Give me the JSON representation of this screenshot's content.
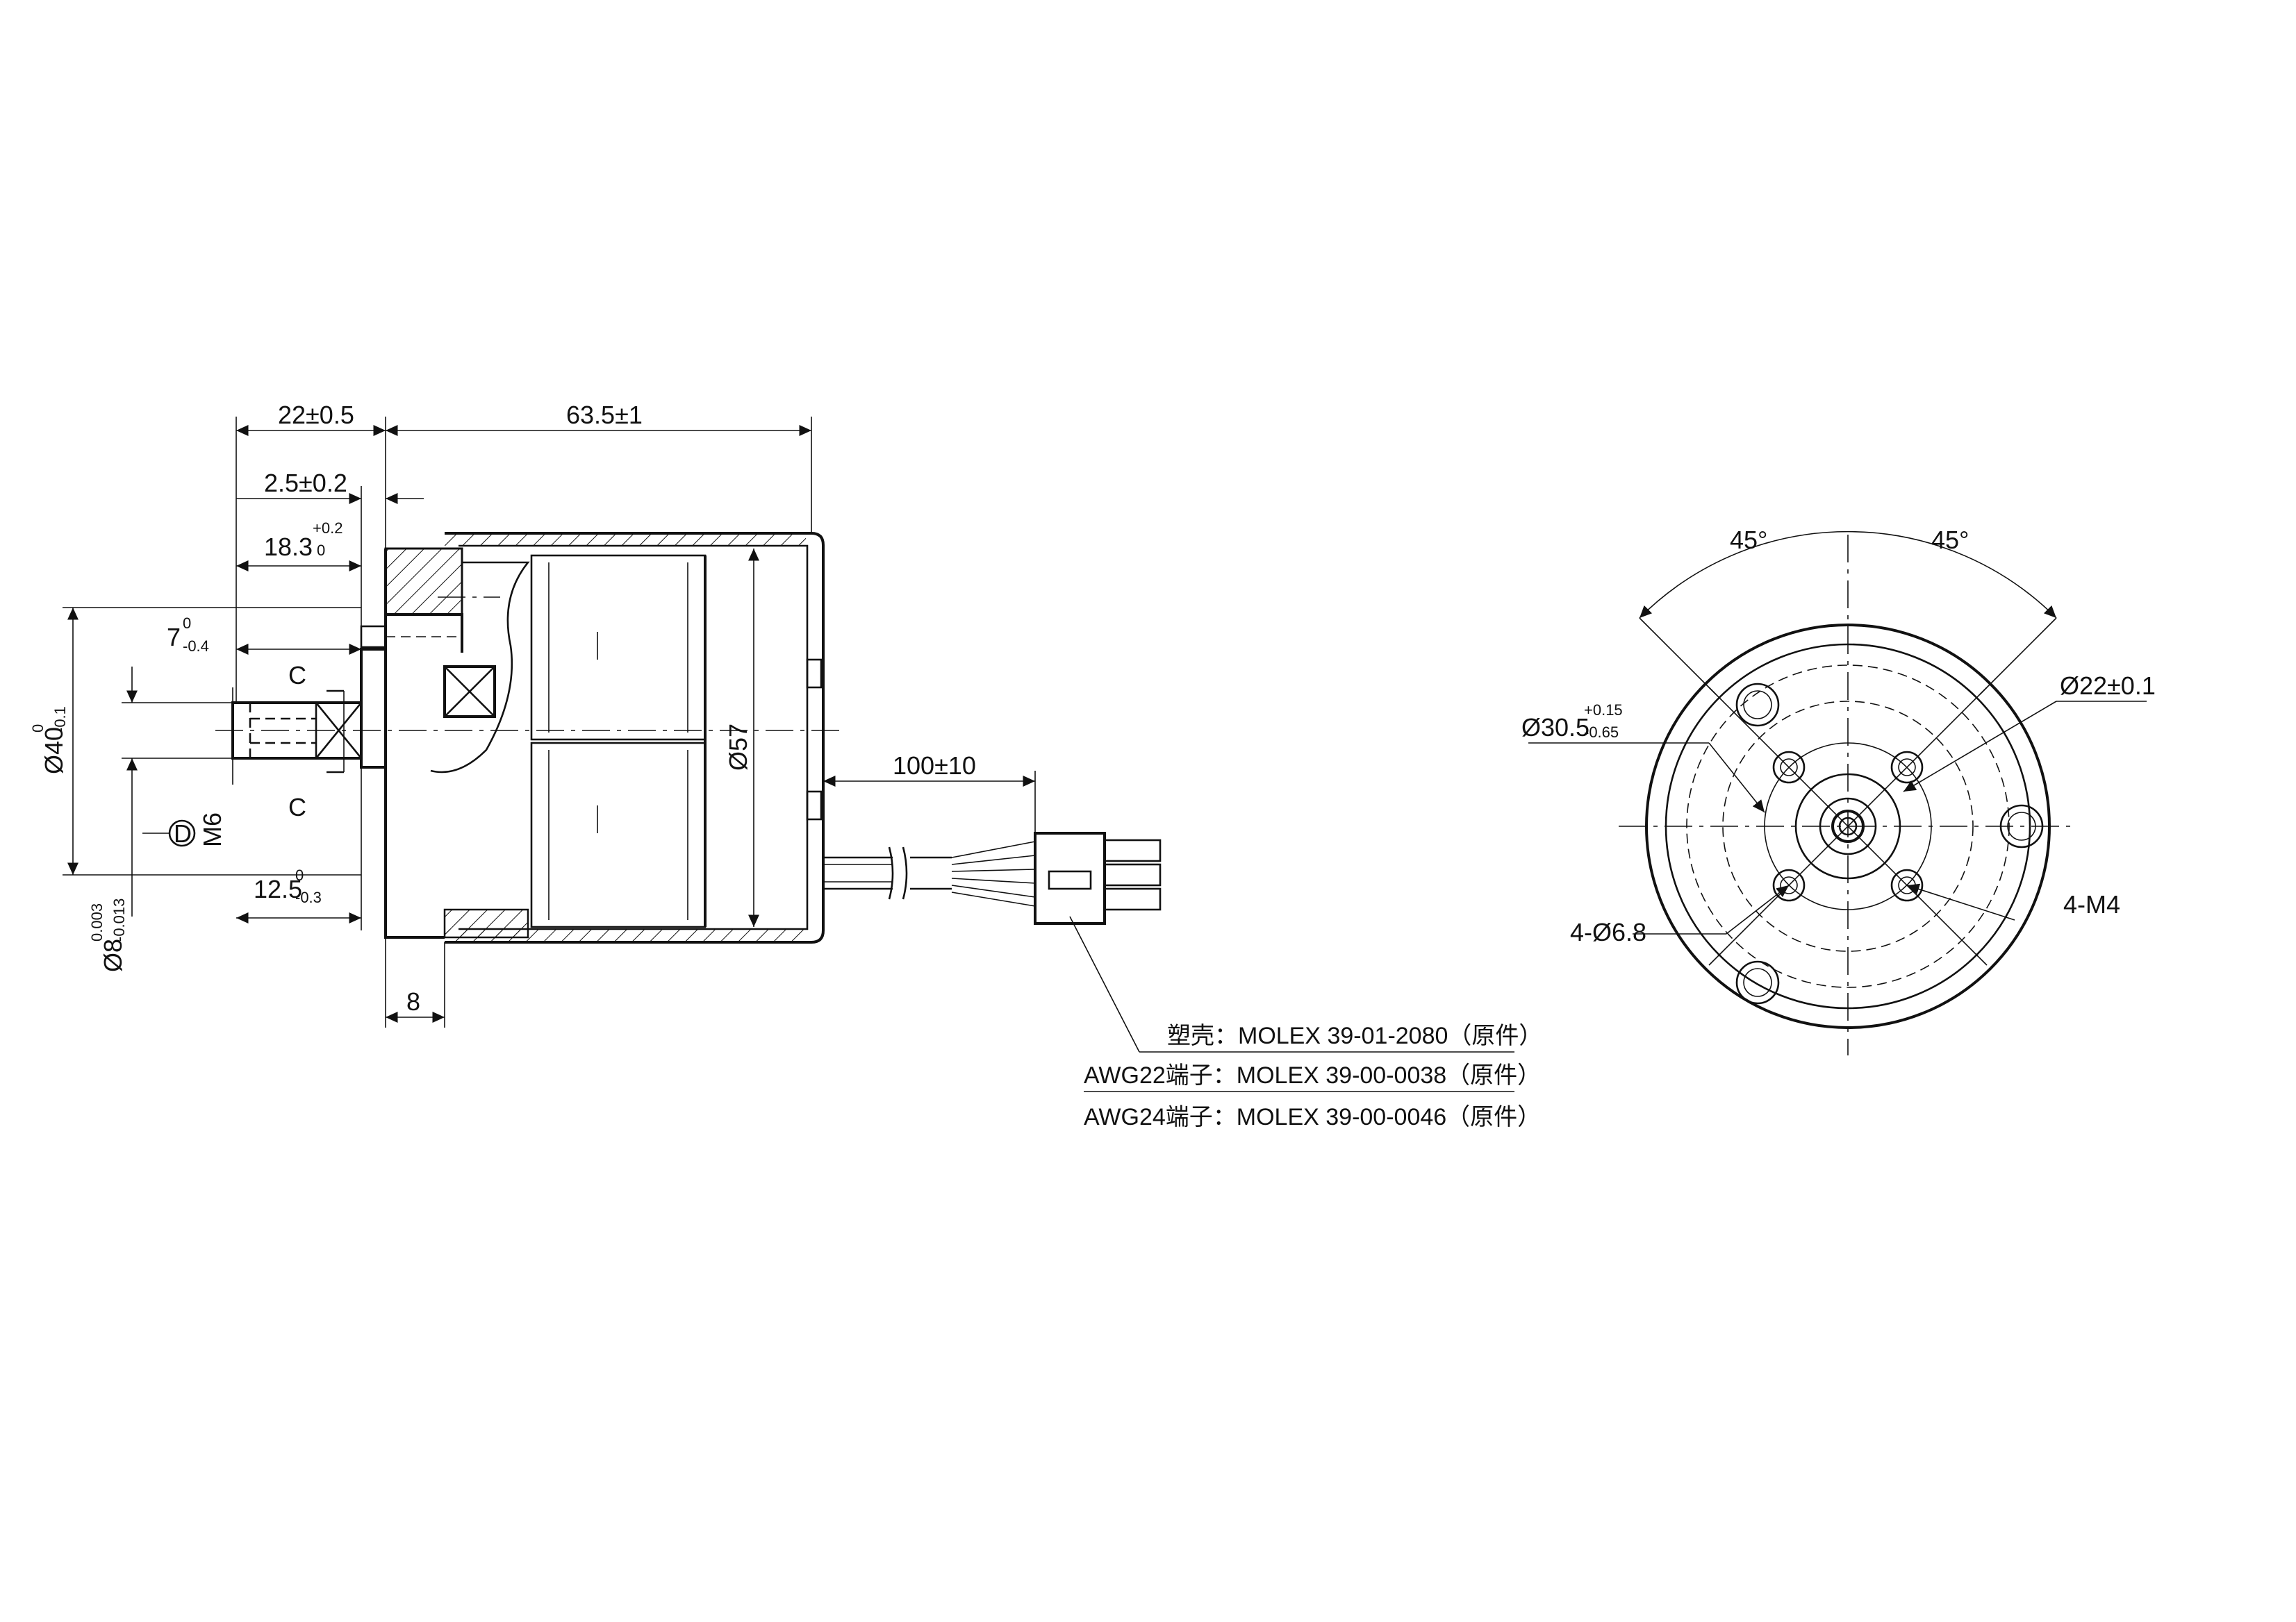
{
  "dims": {
    "len_22": "22±0.5",
    "len_63": "63.5±1",
    "len_2_5": "2.5±0.2",
    "len_18_3": "18.3",
    "len_18_3_upper": "+0.2",
    "len_18_3_lower": "0",
    "len_7": "7",
    "len_7_upper": "0",
    "len_7_lower": "-0.4",
    "dia_40": "Ø40",
    "dia_40_upper": "0",
    "dia_40_lower": "-0.1",
    "dia_8": "Ø8",
    "dia_8_upper": "0.003",
    "dia_8_lower": "-0.013",
    "len_12_5": "12.5",
    "len_12_5_upper": "0",
    "len_12_5_lower": "-0.3",
    "len_8": "8",
    "dia_57": "Ø57",
    "lead_100": "100±10",
    "thread_m6": "M6",
    "datum_d": "D",
    "section_c": "C",
    "angle_left": "45°",
    "angle_right": "45°",
    "dia_30_5": "Ø30.5",
    "dia_30_5_upper": "+0.15",
    "dia_30_5_lower": "-0.65",
    "dia_22": "Ø22±0.1",
    "holes_6_8": "4-Ø6.8",
    "holes_m4": "4-M4"
  },
  "notes": [
    "塑壳：MOLEX 39-01-2080（原件）",
    "AWG22端子：MOLEX 39-00-0038（原件）",
    "AWG24端子：MOLEX 39-00-0046（原件）"
  ]
}
